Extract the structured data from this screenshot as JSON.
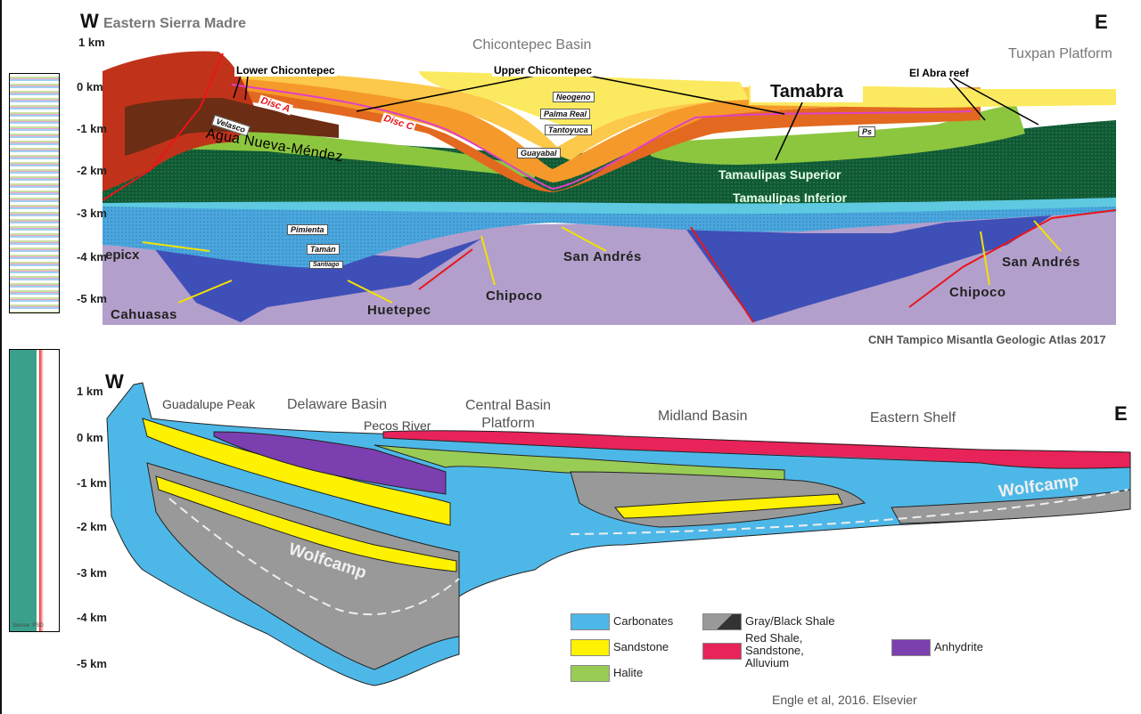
{
  "top_section": {
    "west_label": "W",
    "east_label": "E",
    "region_title": "Eastern Sierra Madre",
    "basin_title": "Chicontepec Basin",
    "platform_title": "Tuxpan Platform",
    "depth_ticks": [
      "1 km",
      "0 km",
      "-1 km",
      "-2 km",
      "-3 km",
      "-4 km",
      "-5 km"
    ],
    "unit_labels": {
      "lower_chicontepec": "Lower Chicontepec",
      "upper_chicontepec": "Upper Chicontepec",
      "el_abra_reef": "El Abra reef",
      "neogeno": "Neogeno",
      "palma_real": "Palma Real",
      "tantoyuca": "Tantoyuca",
      "guayabal": "Guayabal",
      "tamabra": "Tamabra",
      "ps": "Ps",
      "velasco": "Velasco",
      "disc_a": "Disc A",
      "disc_c": "Disc C",
      "agua_nueva": "Agua Nueva-Méndez",
      "tamaulipas_superior": "Tamaulipas Superior",
      "tamaulipas_inferior": "Tamaulipas Inferior",
      "pimienta": "Pimienta",
      "taman": "Tamán",
      "santiago": "Santiago",
      "tepicx": "epicx",
      "san_andres_1": "San Andrés",
      "san_andres_2": "San Andrés",
      "cahuasas": "Cahuasas",
      "huetepec": "Huetepec",
      "chipoco_1": "Chipoco",
      "chipoco_2": "Chipoco"
    },
    "credit": "CNH Tampico Misantla Geologic Atlas 2017"
  },
  "bottom_section": {
    "west_label": "W",
    "east_label": "E",
    "depth_ticks": [
      "1 km",
      "0 km",
      "-1 km",
      "-2 km",
      "-3 km",
      "-4 km",
      "-5 km"
    ],
    "place_labels": {
      "guadalupe_peak": "Guadalupe Peak",
      "delaware_basin": "Delaware Basin",
      "pecos_river": "Pecos River",
      "central_basin_platform": "Central Basin\nPlatform",
      "midland_basin": "Midland Basin",
      "eastern_shelf": "Eastern Shelf",
      "wolfcamp_1": "Wolfcamp",
      "wolfcamp_2": "Wolfcamp"
    },
    "source_label": "Source: PSD",
    "credit": "Engle et al, 2016. Elsevier",
    "legend": [
      {
        "label": "Carbonates",
        "color": "#4db8e8"
      },
      {
        "label": "Sandstone",
        "color": "#fff200"
      },
      {
        "label": "Halite",
        "color": "#99cc55"
      },
      {
        "label": "Gray/Black Shale",
        "color": "#999999"
      },
      {
        "label": "Red Shale,\nSandstone,\nAlluvium",
        "color": "#e8235a"
      },
      {
        "label": "Anhydrite",
        "color": "#7b3fb0"
      }
    ]
  }
}
